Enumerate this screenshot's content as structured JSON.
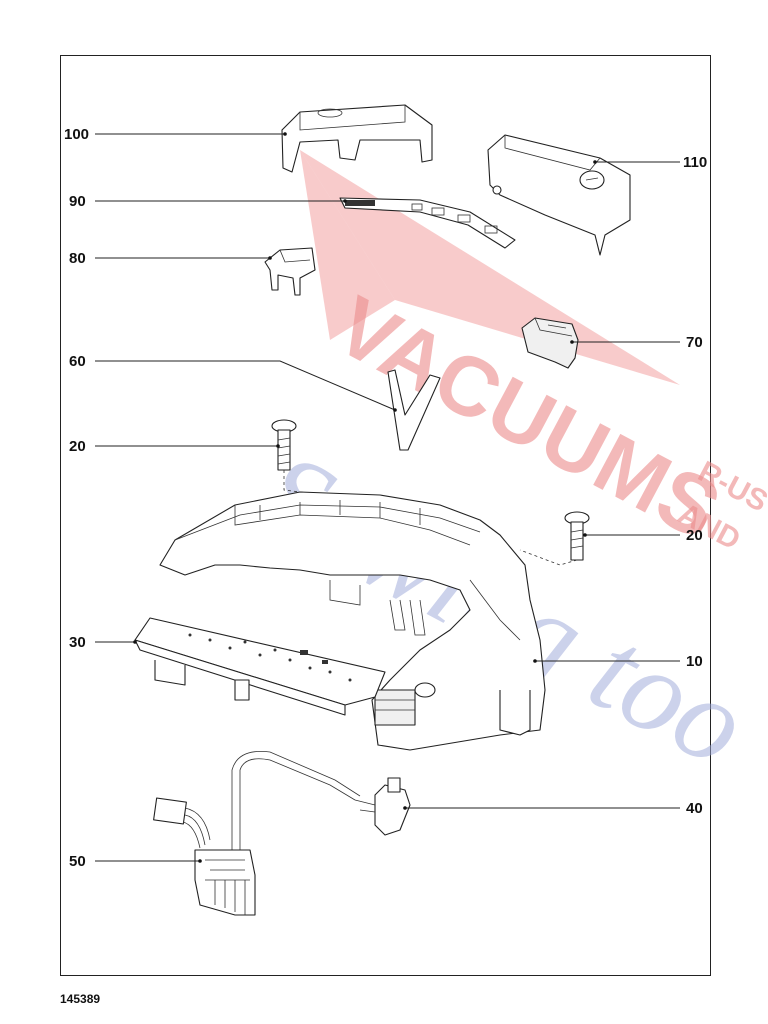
{
  "callouts": [
    {
      "id": "c100",
      "label": "100"
    },
    {
      "id": "c110",
      "label": "110"
    },
    {
      "id": "c90",
      "label": "90"
    },
    {
      "id": "c80",
      "label": "80"
    },
    {
      "id": "c70",
      "label": "70"
    },
    {
      "id": "c60",
      "label": "60"
    },
    {
      "id": "c20a",
      "label": "20"
    },
    {
      "id": "c20b",
      "label": "20"
    },
    {
      "id": "c30",
      "label": "30"
    },
    {
      "id": "c10",
      "label": "10"
    },
    {
      "id": "c40",
      "label": "40"
    },
    {
      "id": "c50",
      "label": "50"
    }
  ],
  "reference_number": "145389",
  "watermark": {
    "line1": "VACUUMS",
    "line2": "R-US",
    "line3": "AND",
    "line4": "Sewing too",
    "colors": {
      "red": "#ec8c8c",
      "blue": "#9aa6d8"
    }
  }
}
